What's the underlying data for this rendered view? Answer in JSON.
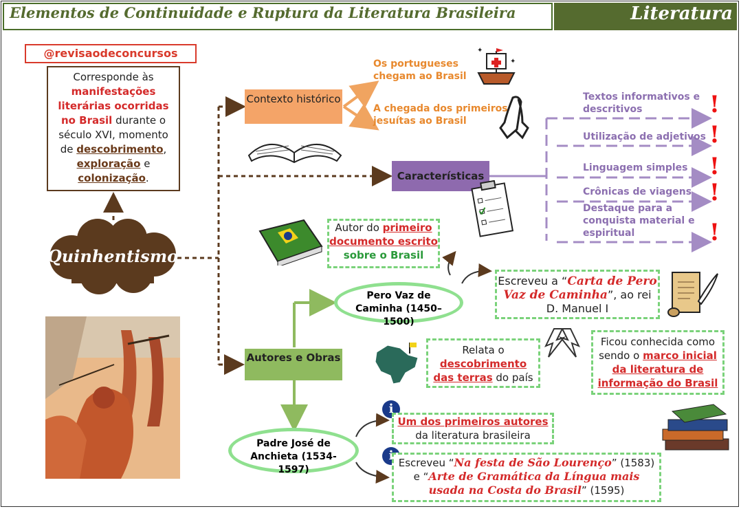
{
  "header": {
    "title": "Elementos de Continuidade e Ruptura da Literatura Brasileira",
    "subject": "Literatura"
  },
  "brand": {
    "handle": "@revisaodeconcursos"
  },
  "definition": {
    "p1": "Corresponde às",
    "p2": "manifestações literárias ocorridas no Brasil",
    "p3": "durante o século XVI, momento de",
    "w1": "descobrimento",
    "w2": "exploração",
    "w3": "colonização",
    "sep1": ",",
    "sep2": " e ",
    "end": "."
  },
  "center": {
    "label": "Quinhentismo"
  },
  "contexto": {
    "label": "Contexto histórico",
    "items": [
      "Os portugueses chegam ao Brasil",
      "A chegada dos primeiros jesuítas ao Brasil"
    ]
  },
  "caracteristicas": {
    "label": "Características",
    "items": [
      "Textos informativos e descritivos",
      "Utilização de adjetivos",
      "Linguagem simples",
      "Crônicas de viagens",
      "Destaque para a conquista material e espiritual"
    ],
    "mark": "!"
  },
  "autores": {
    "label": "Autores e Obras"
  },
  "caminha": {
    "name": "Pero Vaz de Caminha (1450–1500)",
    "note_a": "Autor do",
    "note_b": "primeiro documento escrito",
    "note_c": "sobre o Brasil",
    "carta_a": "Escreveu a “",
    "carta_b": "Carta de Pero Vaz de Caminha",
    "carta_c": "”, ao rei D. Manuel I",
    "relata_a": "Relata o",
    "relata_b": "descobrimento das terras",
    "relata_c": "do país",
    "marco_a": "Ficou conhecida como sendo o",
    "marco_b": "marco inicial da literatura de informação do Brasil"
  },
  "anchieta": {
    "name": "Padre José de Anchieta (1534-1597)",
    "info_a": "Um dos primeiros autores",
    "info_b": "da literatura brasileira",
    "obras_a": "Escreveu “",
    "obras_b": "Na festa de São Lourenço",
    "obras_c": "” (1583) e “",
    "obras_d": "Arte de Gramática da Língua mais usada na Costa do Brasil",
    "obras_e": "” (1595)",
    "info_icon": "i"
  },
  "colors": {
    "olive": "#556b2f",
    "brown": "#5b3a1e",
    "orange": "#f0a460",
    "purple": "#8c6fb0",
    "green": "#8fba5f",
    "red": "#d42a2a"
  },
  "icons": [
    "caravel-icon",
    "praying-hands-icon",
    "open-book-icon",
    "clipboard-icon",
    "brazil-book-icon",
    "scroll-quill-icon",
    "brazil-map-icon",
    "books-stack-icon",
    "info-icon"
  ]
}
